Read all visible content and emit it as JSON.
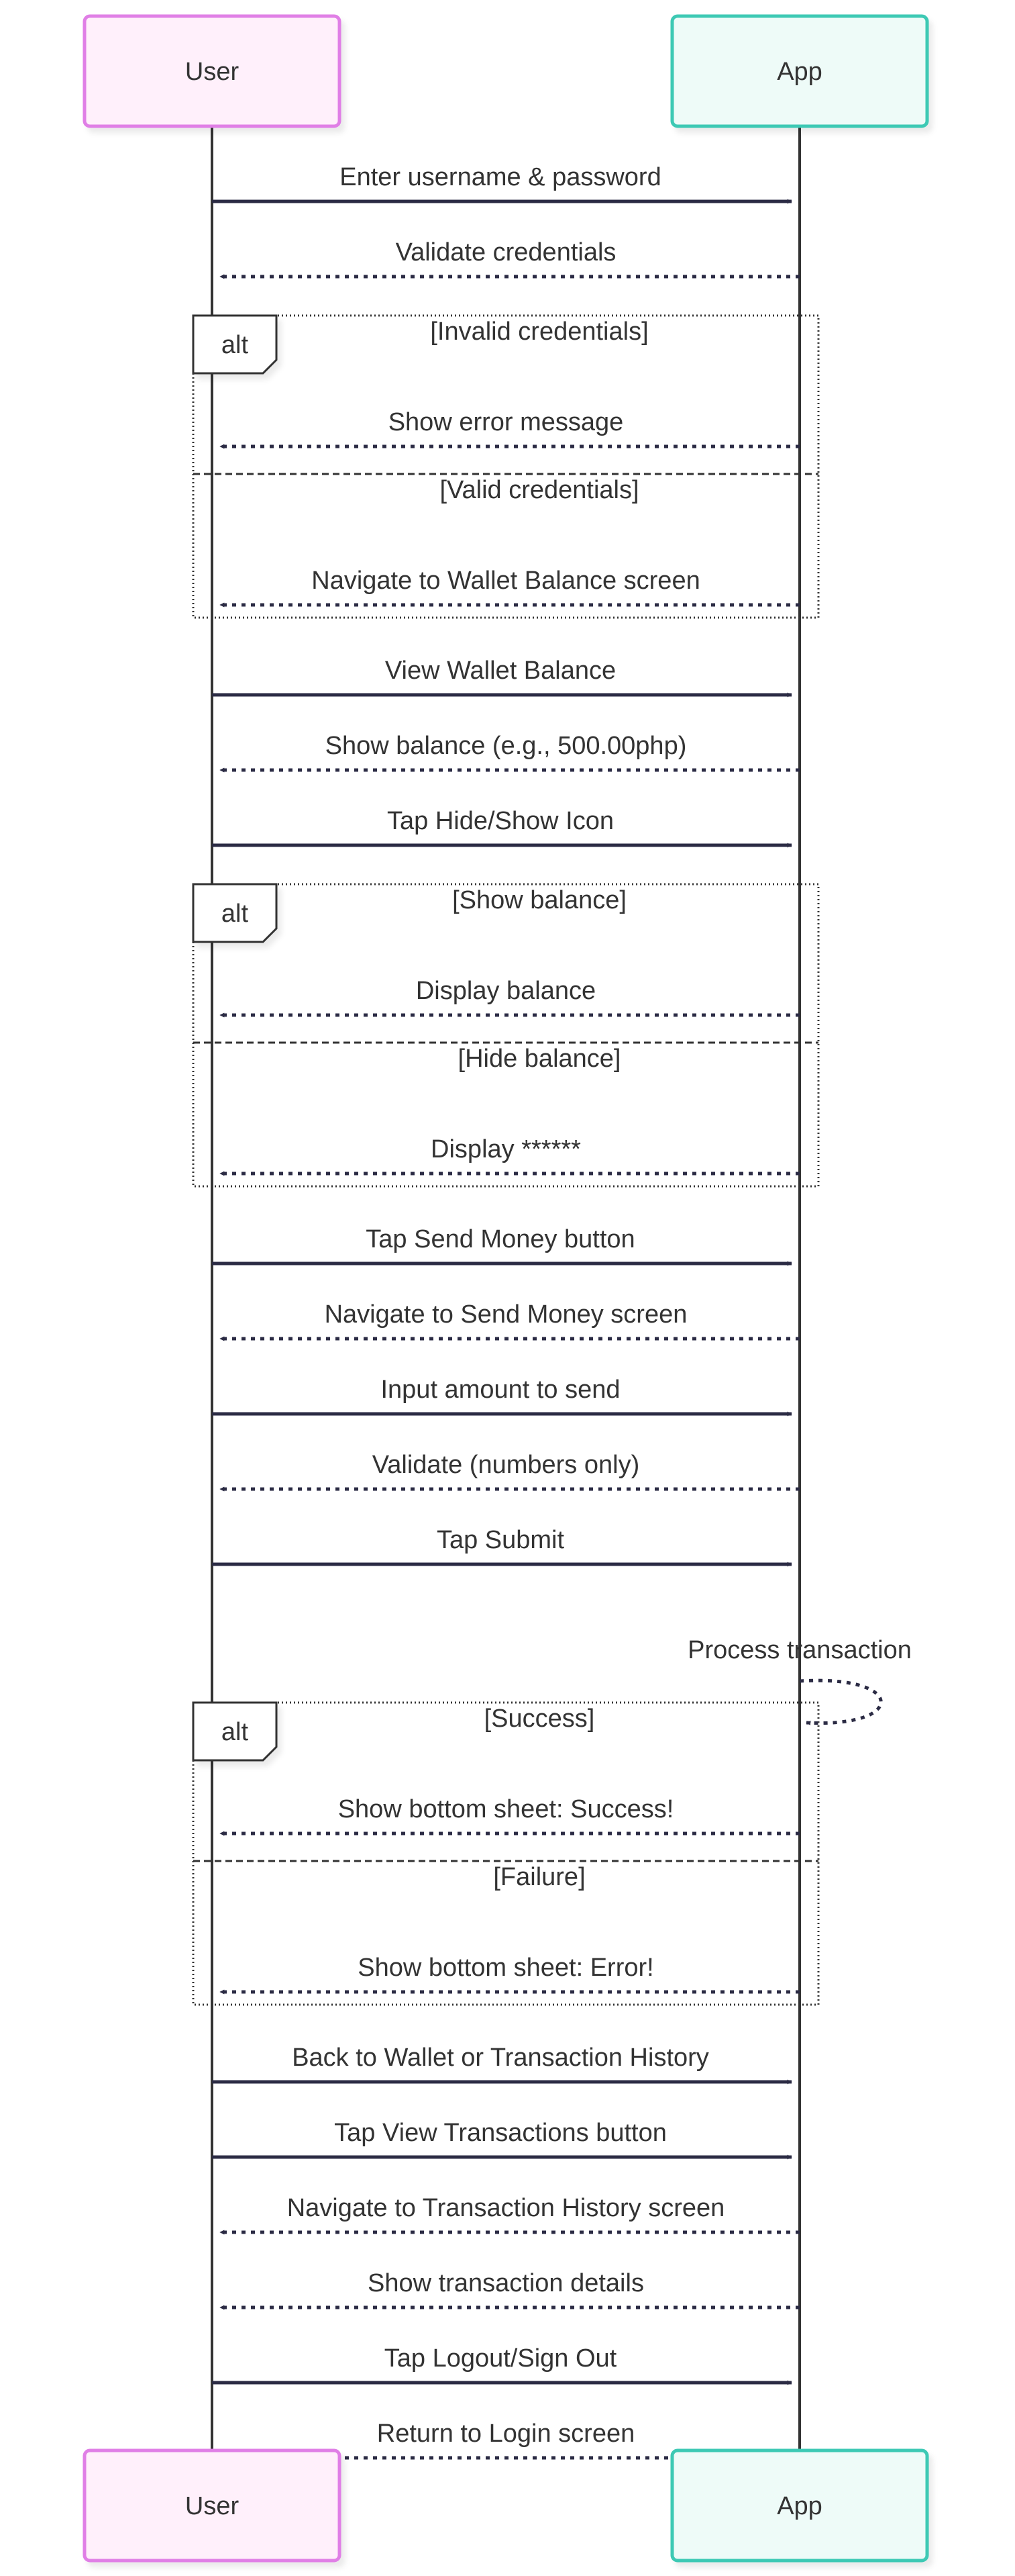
{
  "participants": [
    {
      "id": "user",
      "label": "User",
      "fill": "#fff0fb",
      "stroke": "#e07fe6"
    },
    {
      "id": "app",
      "label": "App",
      "fill": "#eefbf8",
      "stroke": "#3cc9b4"
    }
  ],
  "colors": {
    "line": "#333333",
    "arrow": "#2b2b44",
    "frame": "#333333"
  },
  "sequence": [
    {
      "kind": "msg",
      "from": "user",
      "to": "app",
      "style": "solid",
      "text": "Enter username & password"
    },
    {
      "kind": "msg",
      "from": "app",
      "to": "user",
      "style": "dotted",
      "text": "Validate credentials"
    },
    {
      "kind": "alt",
      "branches": [
        {
          "condition": "[Invalid credentials]",
          "messages": [
            {
              "from": "app",
              "to": "user",
              "style": "dotted",
              "text": "Show error message"
            }
          ]
        },
        {
          "condition": "[Valid credentials]",
          "messages": [
            {
              "from": "app",
              "to": "user",
              "style": "dotted",
              "text": "Navigate to Wallet Balance screen"
            }
          ]
        }
      ]
    },
    {
      "kind": "msg",
      "from": "user",
      "to": "app",
      "style": "solid",
      "text": "View Wallet Balance"
    },
    {
      "kind": "msg",
      "from": "app",
      "to": "user",
      "style": "dotted",
      "text": "Show balance (e.g., 500.00php)"
    },
    {
      "kind": "msg",
      "from": "user",
      "to": "app",
      "style": "solid",
      "text": "Tap Hide/Show Icon"
    },
    {
      "kind": "alt",
      "branches": [
        {
          "condition": "[Show balance]",
          "messages": [
            {
              "from": "app",
              "to": "user",
              "style": "dotted",
              "text": "Display balance"
            }
          ]
        },
        {
          "condition": "[Hide balance]",
          "messages": [
            {
              "from": "app",
              "to": "user",
              "style": "dotted",
              "text": "Display ******"
            }
          ]
        }
      ]
    },
    {
      "kind": "msg",
      "from": "user",
      "to": "app",
      "style": "solid",
      "text": "Tap Send Money button"
    },
    {
      "kind": "msg",
      "from": "app",
      "to": "user",
      "style": "dotted",
      "text": "Navigate to Send Money screen"
    },
    {
      "kind": "msg",
      "from": "user",
      "to": "app",
      "style": "solid",
      "text": "Input amount to send"
    },
    {
      "kind": "msg",
      "from": "app",
      "to": "user",
      "style": "dotted",
      "text": "Validate (numbers only)"
    },
    {
      "kind": "msg",
      "from": "user",
      "to": "app",
      "style": "solid",
      "text": "Tap Submit"
    },
    {
      "kind": "self",
      "on": "app",
      "style": "dotted",
      "text": "Process transaction"
    },
    {
      "kind": "alt",
      "branches": [
        {
          "condition": "[Success]",
          "messages": [
            {
              "from": "app",
              "to": "user",
              "style": "dotted",
              "text": "Show bottom sheet: Success!"
            }
          ]
        },
        {
          "condition": "[Failure]",
          "messages": [
            {
              "from": "app",
              "to": "user",
              "style": "dotted",
              "text": "Show bottom sheet: Error!"
            }
          ]
        }
      ]
    },
    {
      "kind": "msg",
      "from": "user",
      "to": "app",
      "style": "solid",
      "text": "Back to Wallet or Transaction History"
    },
    {
      "kind": "msg",
      "from": "user",
      "to": "app",
      "style": "solid",
      "text": "Tap View Transactions button"
    },
    {
      "kind": "msg",
      "from": "app",
      "to": "user",
      "style": "dotted",
      "text": "Navigate to Transaction History screen"
    },
    {
      "kind": "msg",
      "from": "app",
      "to": "user",
      "style": "dotted",
      "text": "Show transaction details"
    },
    {
      "kind": "msg",
      "from": "user",
      "to": "app",
      "style": "solid",
      "text": "Tap Logout/Sign Out"
    },
    {
      "kind": "msg",
      "from": "app",
      "to": "user",
      "style": "dotted",
      "text": "Return to Login screen"
    }
  ],
  "alt_label": "alt"
}
